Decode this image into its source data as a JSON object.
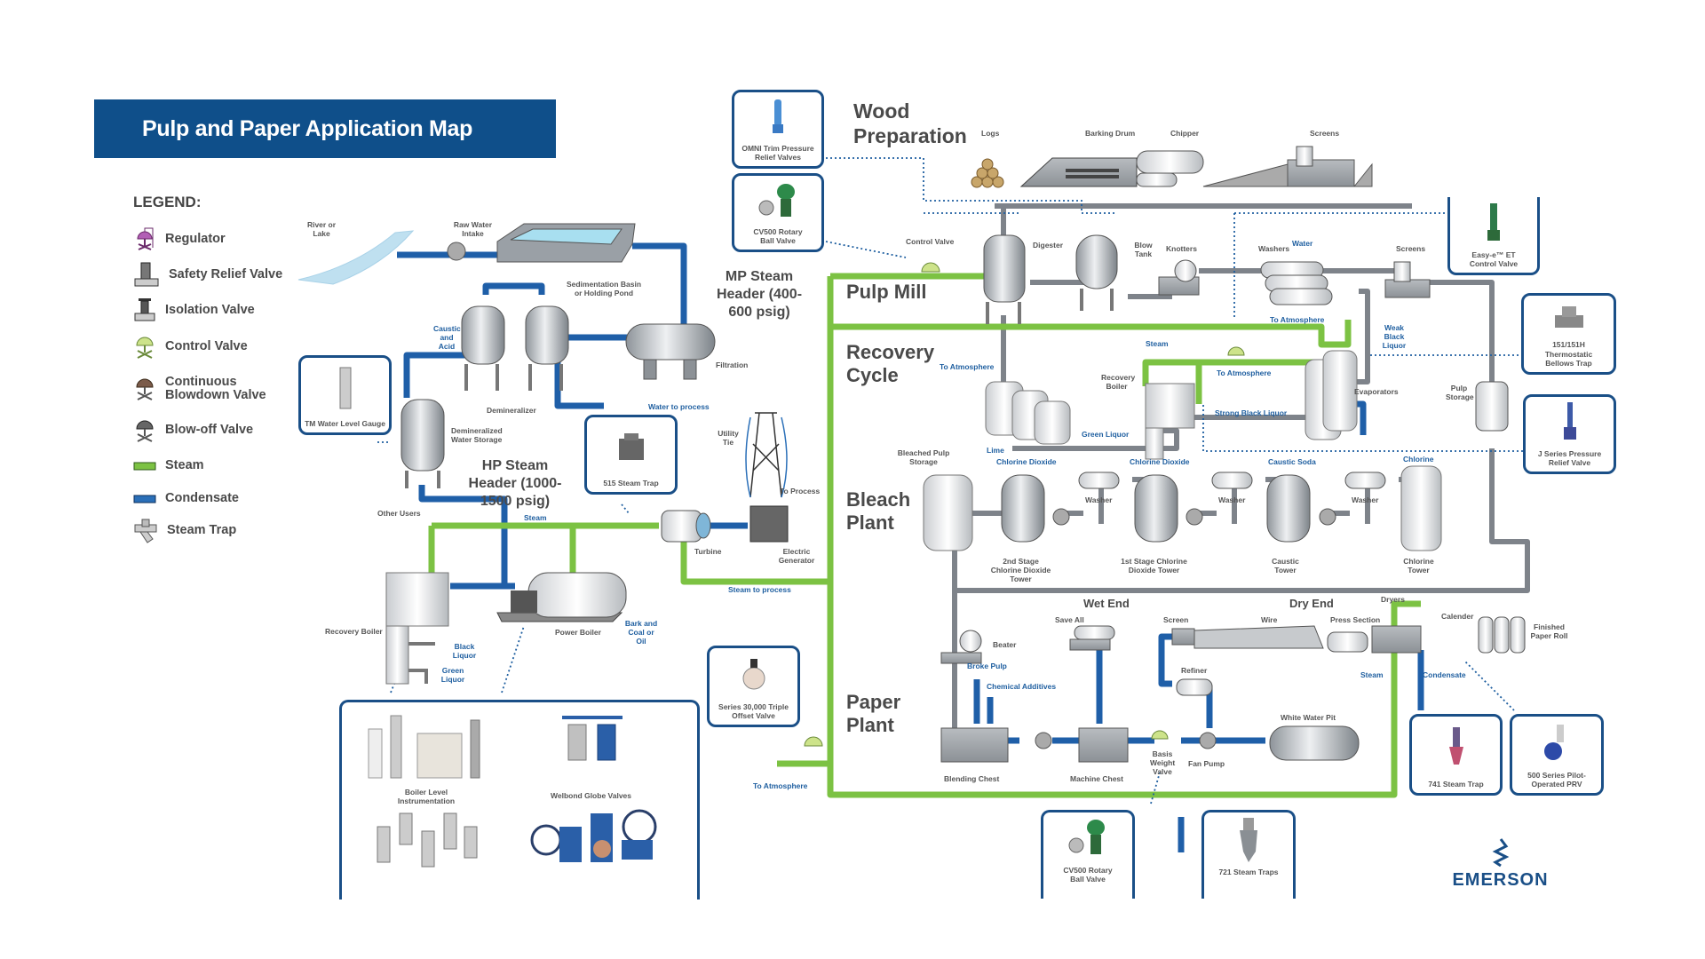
{
  "title": "Pulp and  Paper Application Map",
  "legend": {
    "title": "LEGEND:",
    "items": [
      {
        "icon": "regulator-icon",
        "label": "Regulator"
      },
      {
        "icon": "safety-relief-valve-icon",
        "label": "Safety Relief Valve"
      },
      {
        "icon": "isolation-valve-icon",
        "label": "Isolation Valve"
      },
      {
        "icon": "control-valve-icon",
        "label": "Control Valve"
      },
      {
        "icon": "continuous-blowdown-valve-icon",
        "label": "Continuous Blowdown Valve"
      },
      {
        "icon": "blow-off-valve-icon",
        "label": "Blow-off Valve"
      },
      {
        "icon": "steam-line-icon",
        "label": "Steam"
      },
      {
        "icon": "condensate-line-icon",
        "label": "Condensate"
      },
      {
        "icon": "steam-trap-icon",
        "label": "Steam Trap"
      }
    ]
  },
  "colors": {
    "banner": "#0f4f8a",
    "steam": "#7cc243",
    "condensate": "#2a6fb8",
    "process": "#8a8f96",
    "box_border": "#1a4f87",
    "label_blue": "#1f5fa0",
    "regulator": "#b25fb5",
    "control_valve": "#cde38a",
    "blowdown": "#7b5b4a",
    "blowoff": "#666666"
  },
  "sections": {
    "wood_prep": "Wood Preparation",
    "pulp_mill": "Pulp Mill",
    "recovery": "Recovery Cycle",
    "bleach": "Bleach Plant",
    "paper": "Paper Plant",
    "mp_header": "MP Steam Header (400-600 psig)",
    "hp_header": "HP Steam Header (1000-1500 psig)",
    "wet_end": "Wet End",
    "dry_end": "Dry End"
  },
  "labels": {
    "river": "River or Lake",
    "raw_water": "Raw Water Intake",
    "sedimentation": "Sedimentation Basin or Holding Pond",
    "caustic_acid": "Caustic and Acid",
    "demineralizer": "Demineralizer",
    "filtration": "Filtration",
    "water_to_process": "Water to process",
    "demin_storage": "Demineralized Water Storage",
    "utility_tie": "Utility Tie",
    "to_process": "To Process",
    "other_users": "Other Users",
    "steam": "Steam",
    "turbine": "Turbine",
    "generator": "Electric Generator",
    "steam_to_process": "Steam to process",
    "recovery_boiler_left": "Recovery Boiler",
    "power_boiler": "Power Boiler",
    "bark_coal": "Bark and Coal or Oil",
    "black_liquor": "Black Liquor",
    "green_liquor_left": "Green Liquor",
    "logs": "Logs",
    "barking_drum": "Barking Drum",
    "chipper": "Chipper",
    "screens_top": "Screens",
    "control_valve": "Control Valve",
    "digester": "Digester",
    "blow_tank": "Blow Tank",
    "knotters": "Knotters",
    "washers": "Washers",
    "water": "Water",
    "screens_mid": "Screens",
    "to_atm_1": "To Atmosphere",
    "weak_black_liquor": "Weak Black Liquor",
    "steam_rec": "Steam",
    "to_atm_2": "To Atmosphere",
    "to_atm_3": "To Atmosphere",
    "recovery_boiler_mid": "Recovery Boiler",
    "evaporators": "Evaporators",
    "strong_black_liquor": "Strong Black Liquor",
    "green_liquor_mid": "Green Liquor",
    "lime": "Lime",
    "pulp_storage": "Pulp Storage",
    "bleached_pulp_storage": "Bleached Pulp Storage",
    "chlorine_dioxide_1": "Chlorine Dioxide",
    "chlorine_dioxide_2": "Chlorine Dioxide",
    "caustic_soda": "Caustic Soda",
    "chlorine": "Chlorine",
    "washer_1": "Washer",
    "washer_2": "Washer",
    "washer_3": "Washer",
    "tower_2nd": "2nd Stage Chlorine Dioxide Tower",
    "tower_1st": "1st Stage Chlorine Dioxide Tower",
    "tower_caustic": "Caustic Tower",
    "tower_chlorine": "Chlorine Tower",
    "beater": "Beater",
    "save_all": "Save All",
    "screen": "Screen",
    "wire": "Wire",
    "press_section": "Press Section",
    "dryers": "Dryers",
    "calender": "Calender",
    "finished_roll": "Finished Paper Roll",
    "broke_pulp": "Broke Pulp",
    "chemical_additives": "Chemical Additives",
    "refiner": "Refiner",
    "steam_paper": "Steam",
    "condensate": "Condensate",
    "white_water_pit": "White Water Pit",
    "blending_chest": "Blending Chest",
    "machine_chest": "Machine Chest",
    "basis_weight_valve": "Basis Weight Valve",
    "fan_pump": "Fan Pump",
    "to_atm_paper": "To Atmosphere"
  },
  "products": {
    "omni": "OMNI Trim Pressure Relief Valves",
    "cv500_top": "CV500 Rotary Ball Valve",
    "tm_gauge": "TM Water Level Gauge",
    "st515": "515 Steam Trap",
    "easy_e": "Easy-e™ ET Control Valve",
    "t151": "151/151H Thermostatic Bellows Trap",
    "jseries": "J Series Pressure Relief Valve",
    "series30000": "Series 30,000 Triple Offset Valve",
    "st741": "741 Steam Trap",
    "prv500": "500 Series Pilot-Operated PRV",
    "cv500_bottom": "CV500 Rotary Ball Valve",
    "st721": "721 Steam Traps",
    "boiler_level": "Boiler Level Instrumentation",
    "welbond": "Welbond Globe Valves"
  },
  "brand": "EMERSON"
}
